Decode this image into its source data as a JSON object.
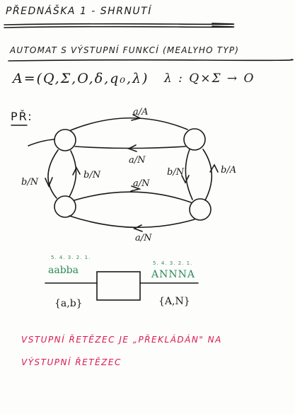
{
  "title": "PŘEDNÁŠKA 1 - SHRNUTÍ",
  "subtitle": "AUTOMAT S VÝSTUPNÍ FUNKCÍ (MEALYHO TYP)",
  "tuple": "A=(Q,Σ,O,δ,q₀,λ)",
  "lambda": "λ : Q×Σ → O",
  "example_label": "PŘ:",
  "diagram": {
    "top_edge": "a/A",
    "top_back_edge": "a/N",
    "left_outer": "b/N",
    "left_inner": "b/N",
    "right_inner": "b/N",
    "right_outer": "b/A",
    "middle_edge": "a/N",
    "bottom_edge": "a/N"
  },
  "transducer": {
    "input_positions": "5. 4. 3. 2. 1.",
    "input_word": "aabba",
    "output_positions": "5. 4. 3. 2. 1.",
    "output_word": "ANNNA",
    "input_alphabet": "{a,b}",
    "output_alphabet": "{A,N}"
  },
  "note": {
    "line1": "VSTUPNÍ ŘETĚZEC JE „PŘEKLÁDÁN\" NA",
    "line2": "VÝSTUPNÍ ŘETĚZEC"
  },
  "colors": {
    "ink": "#1a1a1a",
    "green": "#2b8a57",
    "red": "#d8194e"
  }
}
